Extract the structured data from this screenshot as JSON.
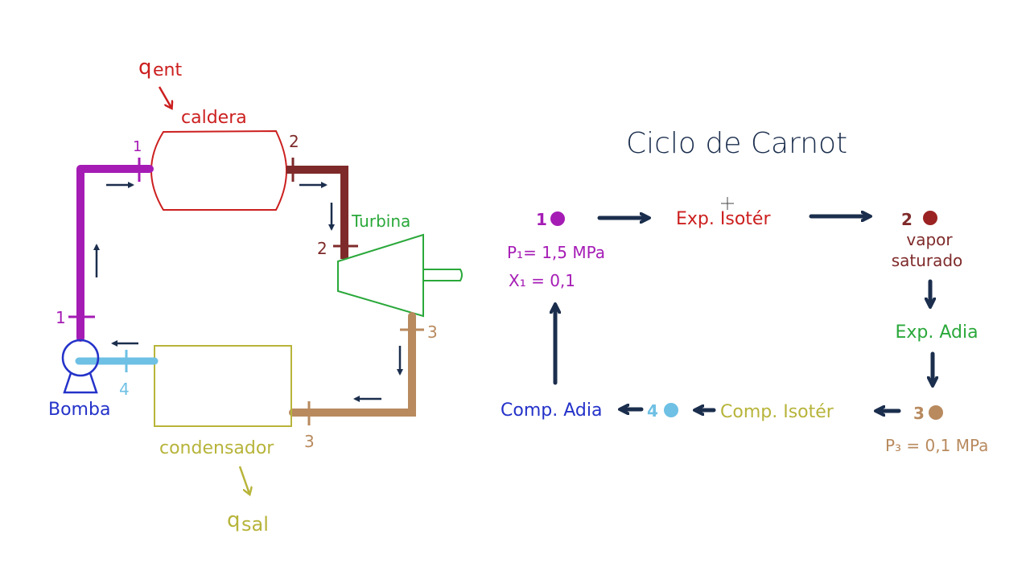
{
  "colors": {
    "state1": "#a51cb5",
    "state2": "#7f2a2a",
    "state3": "#b88a5e",
    "state4": "#6ec0e4",
    "caldera": "#cc1f1f",
    "turbina": "#2aa83a",
    "condensador": "#b7b43a",
    "bomba": "#2432c9",
    "arrow": "#1b2e4d",
    "title": "#1b2e4d"
  },
  "left_diagram": {
    "q_in": "q",
    "q_in_sub": "ent",
    "boiler_label": "caldera",
    "turbine_label": "Turbina",
    "condenser_label": "condensador",
    "pump_label": "Bomba",
    "q_out": "q",
    "q_out_sub": "sal",
    "points": {
      "p1_top": "1",
      "p1_bottom": "1",
      "p2_top": "2",
      "p2_turbine": "2",
      "p3_turbine": "3",
      "p3_condenser": "3",
      "p4": "4"
    }
  },
  "right_diagram": {
    "title": "Ciclo de Carnot",
    "state1": {
      "num": "1",
      "line1": "P₁= 1,5 MPa",
      "line2": "X₁ = 0,1"
    },
    "process_12": "Exp. Isotér",
    "state2": {
      "num": "2",
      "line1": "vapor",
      "line2": "saturado"
    },
    "process_23": "Exp. Adia",
    "state3": {
      "num": "3",
      "line1": "P₃ = 0,1 MPa"
    },
    "process_34": "Comp. Isotér",
    "state4": {
      "num": "4"
    },
    "process_41": "Comp. Adia"
  }
}
